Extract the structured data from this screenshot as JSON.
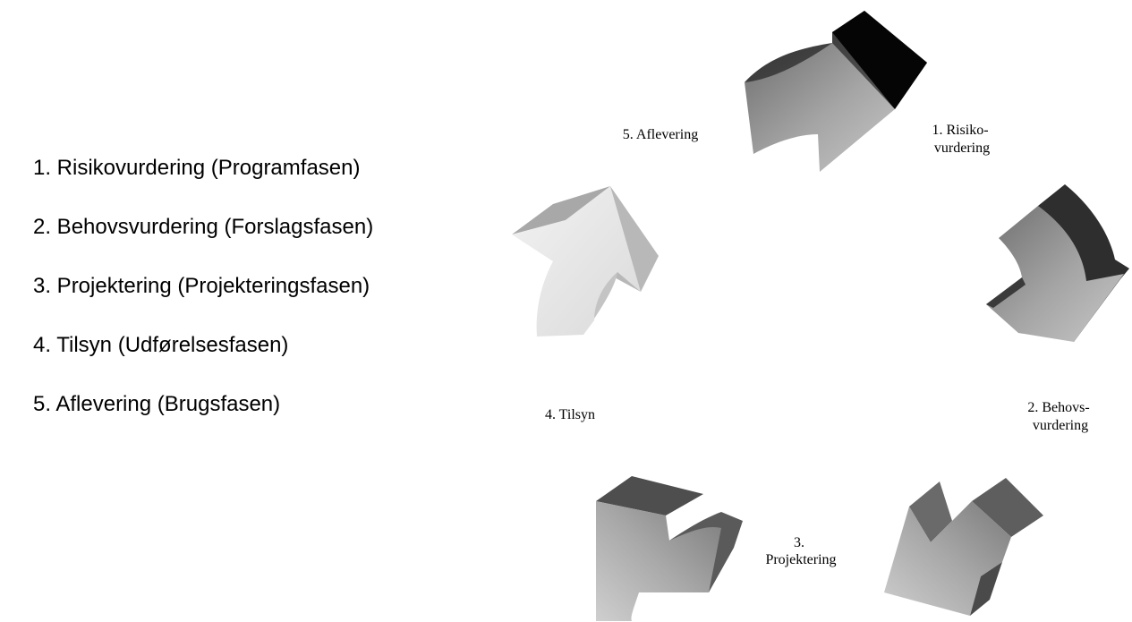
{
  "phase_list": [
    "1. Risikovurdering (Programfasen)",
    "2. Behovsvurdering (Forslagsfasen)",
    "3. Projektering (Projekteringsfasen)",
    "4. Tilsyn (Udførelsesfasen)",
    "5. Aflevering (Brugsfasen)"
  ],
  "cycle_labels": {
    "risiko": [
      "1. Risiko-",
      "vurdering"
    ],
    "behov": [
      "2. Behovs-",
      "vurdering"
    ],
    "projektering": [
      "3.",
      "Projektering"
    ],
    "tilsyn": [
      "4. Tilsyn"
    ],
    "aflevering": [
      "5. Aflevering"
    ]
  },
  "colors": {
    "arrow_front": "#9a9a9a",
    "arrow_light_front": "#e6e6e6",
    "arrow_dark_side": "#4a4a4a",
    "arrow_black_side": "#050505"
  }
}
